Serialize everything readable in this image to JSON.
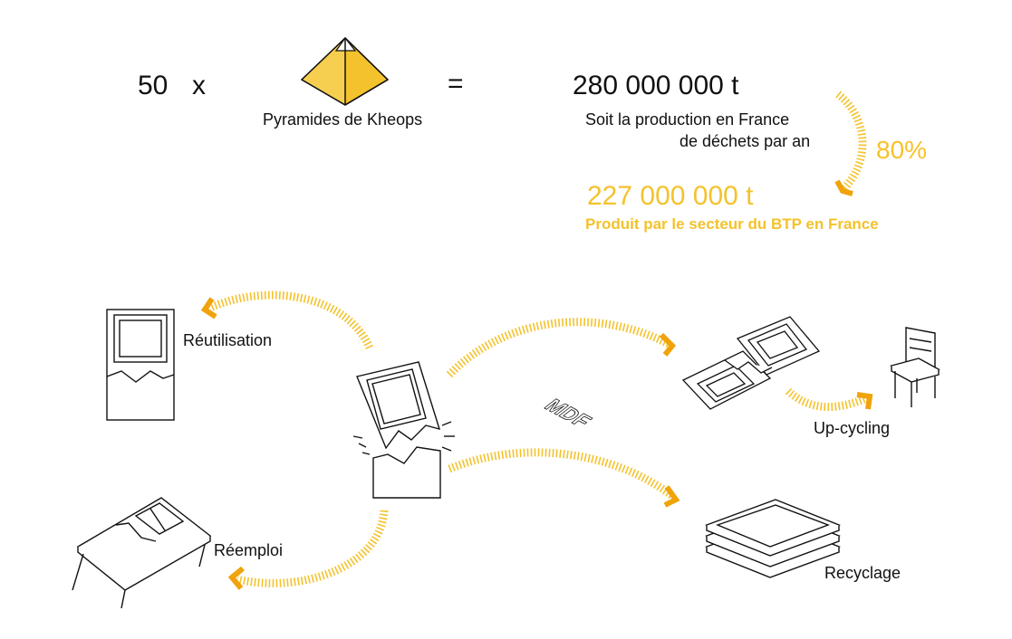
{
  "equation": {
    "multiplier": "50",
    "times": "x",
    "pyramid_label": "Pyramides de Kheops",
    "equals": "=",
    "total_waste": "280 000 000 t",
    "total_caption_line1": "Soit la production en France",
    "total_caption_line2": "de déchets par an",
    "share_percent": "80%",
    "btp_waste": "227 000 000 t",
    "btp_caption": "Produit par le secteur du BTP en France"
  },
  "flows": {
    "reuse": "Réutilisation",
    "upcycling": "Up-cycling",
    "reemploi": "Réemploi",
    "recycling": "Recyclage",
    "mdf_stamp": "MDF"
  },
  "colors": {
    "accent": "#f4c22c",
    "accent_dark": "#f0a30a",
    "line": "#111111"
  }
}
